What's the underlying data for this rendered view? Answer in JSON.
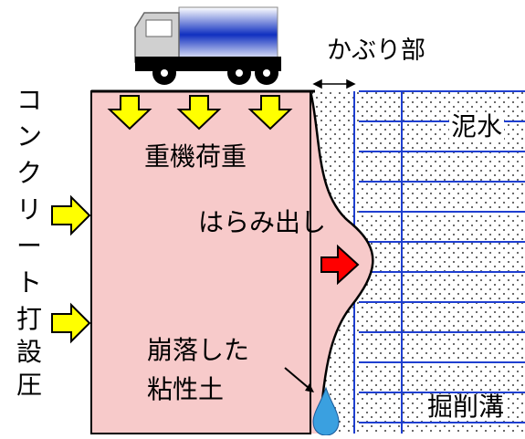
{
  "labels": {
    "cover": "かぶり部",
    "mud_water": "泥水",
    "machinery_load": "重機荷重",
    "bulging": "はらみ出し",
    "collapsed_clay_line1": "崩落した",
    "collapsed_clay_line2": "粘性土",
    "trench": "掘削溝",
    "concrete_pressure_chars": [
      "コ",
      "ン",
      "ク",
      "リ",
      "ー",
      "ト",
      "打",
      "設",
      "圧"
    ]
  },
  "colors": {
    "concrete_fill": "#f7caca",
    "load_arrow": "#ffff00",
    "bulge_arrow": "#ff0000",
    "trench_grid": "#1f3fd0",
    "truck_cargo_blue": "#1030c0",
    "water_drop": "#3aa0e0"
  }
}
